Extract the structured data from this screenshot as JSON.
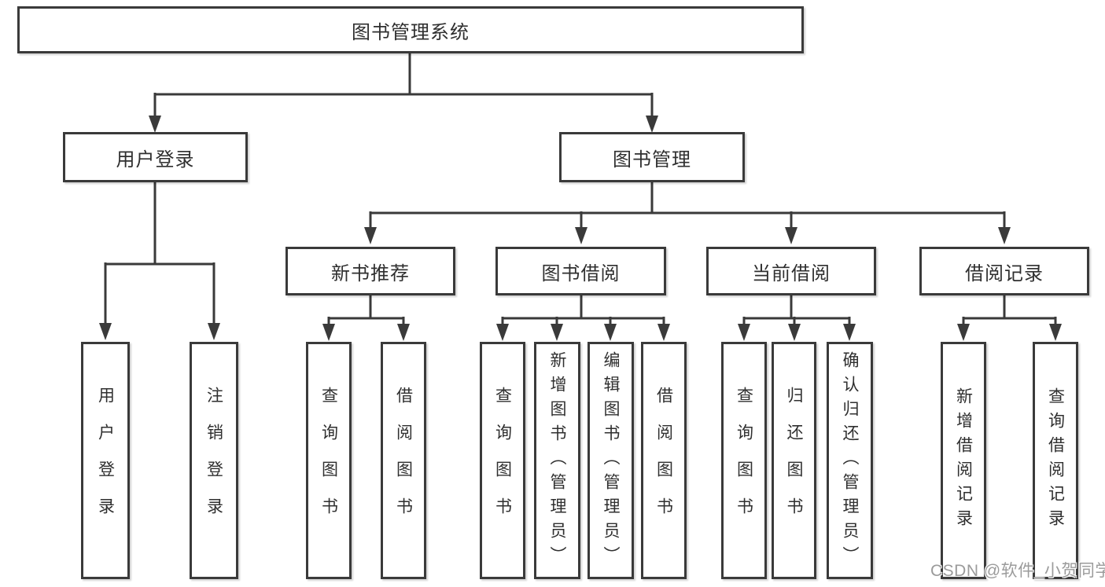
{
  "tree": {
    "root": {
      "label": "图书管理系统"
    },
    "branches": [
      {
        "label": "用户登录",
        "children": [
          {
            "label": "用户登录"
          },
          {
            "label": "注销登录"
          }
        ]
      },
      {
        "label": "图书管理",
        "children": [
          {
            "label": "新书推荐",
            "children": [
              {
                "label": "查询图书"
              },
              {
                "label": "借阅图书"
              }
            ]
          },
          {
            "label": "图书借阅",
            "children": [
              {
                "label": "查询图书"
              },
              {
                "label": "新增图书（管理员）"
              },
              {
                "label": "编辑图书（管理员）"
              },
              {
                "label": "借阅图书"
              }
            ]
          },
          {
            "label": "当前借阅",
            "children": [
              {
                "label": "查询图书"
              },
              {
                "label": "归还图书"
              },
              {
                "label": "确认归还（管理员）"
              }
            ]
          },
          {
            "label": "借阅记录",
            "children": [
              {
                "label": "新增借阅记录"
              },
              {
                "label": "查询借阅记录"
              }
            ]
          }
        ]
      }
    ]
  },
  "watermark": "CSDN @软件_小贺同学",
  "colors": {
    "line": "#3a3a3a",
    "text": "#2f2f2f",
    "watermark": "#9b9b9b",
    "background": "#ffffff"
  }
}
